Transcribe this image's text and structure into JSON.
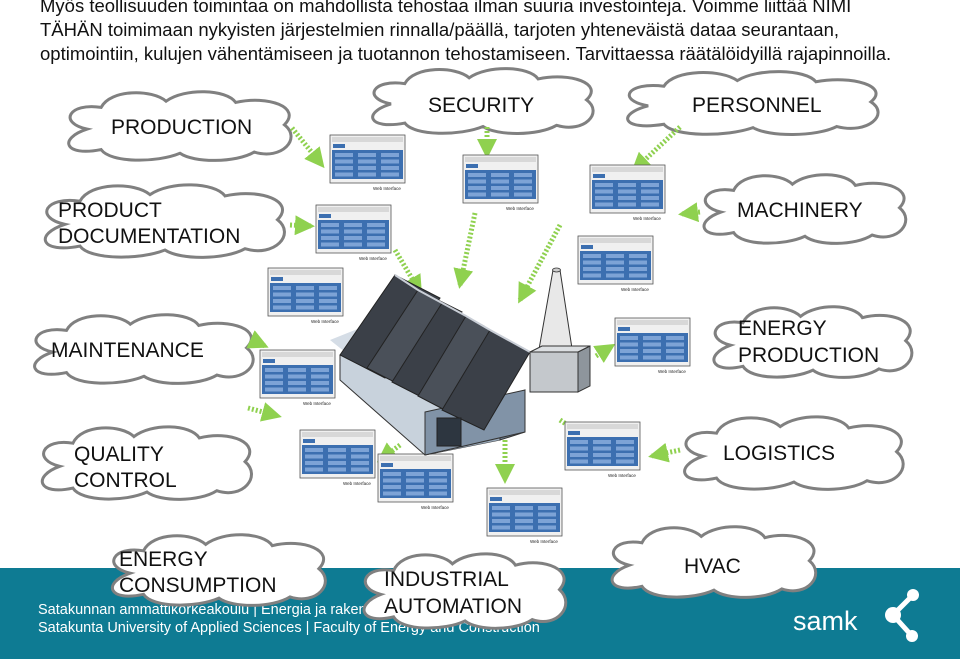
{
  "intro_text": "Myös teollisuuden toimintaa on mahdollista tehostaa ilman suuria investointeja. Voimme liittää NIMI TÄHÄN toimimaan nykyisten järjestelmien rinnalla/päällä, tarjoten yhteneväistä dataa seurantaan, optimointiin, kulujen vähentämiseen ja tuotannon tehostamiseen. Tarvittaessa räätälöidyillä rajapinnoilla.",
  "clouds": {
    "production": "PRODUCTION",
    "security": "SECURITY",
    "personnel": "PERSONNEL",
    "product_documentation": [
      "PRODUCT",
      "DOCUMENTATION"
    ],
    "machinery": "MACHINERY",
    "maintenance": "MAINTENANCE",
    "energy_production": [
      "ENERGY",
      "PRODUCTION"
    ],
    "quality_control": [
      "QUALITY",
      "CONTROL"
    ],
    "logistics": "LOGISTICS",
    "energy_consumption": [
      "ENERGY",
      "CONSUMPTION"
    ],
    "industrial_automation": [
      "INDUSTRIAL",
      "AUTOMATION"
    ],
    "hvac": "HVAC"
  },
  "web_interface_label": "Web Interface",
  "footer": {
    "line1": "Satakunnan ammattikorkeakoulu  |  Energia ja rakentaminen",
    "line2": "Satakunta University of Applied Sciences  |  Faculty of Energy and Construction",
    "logo": "samk"
  },
  "colors": {
    "footer_bg": "#0e7b93",
    "arrow_green": "#8fd14f",
    "cloud_stroke": "#808080",
    "screen_blue": "#3c6fb0"
  },
  "icons": [
    "cloud-shape",
    "factory-illustration",
    "web-interface-screenshot",
    "samk-logo-icon"
  ]
}
